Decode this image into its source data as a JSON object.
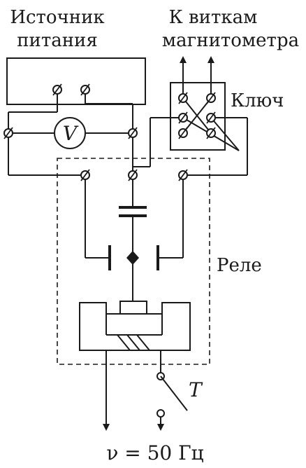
{
  "labels": {
    "power_source_line1": "Источник",
    "power_source_line2": "питания",
    "to_turns_line1": "К виткам",
    "to_turns_line2": "магнитометра",
    "switch": "Ключ",
    "voltmeter": "V",
    "relay": "Реле",
    "contact": "T",
    "frequency": "ν = 50 Гц"
  }
}
